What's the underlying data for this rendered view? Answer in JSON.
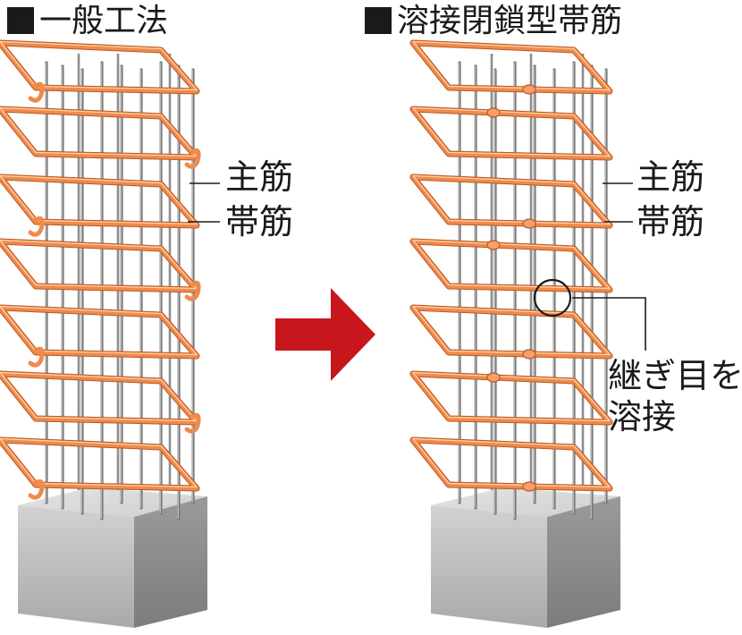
{
  "left_panel": {
    "title": "一般工法",
    "main_bar_label": "主筋",
    "hoop_label": "帯筋"
  },
  "right_panel": {
    "title": "溶接閉鎖型帯筋",
    "main_bar_label": "主筋",
    "hoop_label": "帯筋",
    "weld_note_line1": "継ぎ目を",
    "weld_note_line2": "溶接"
  },
  "colors": {
    "hoop": "#f08a4b",
    "main_bar": "#7a7a7a",
    "arrow": "#c8161d",
    "concrete": "#c9c9c9"
  },
  "icons": [
    "square-bullet-icon",
    "right-arrow-icon"
  ]
}
